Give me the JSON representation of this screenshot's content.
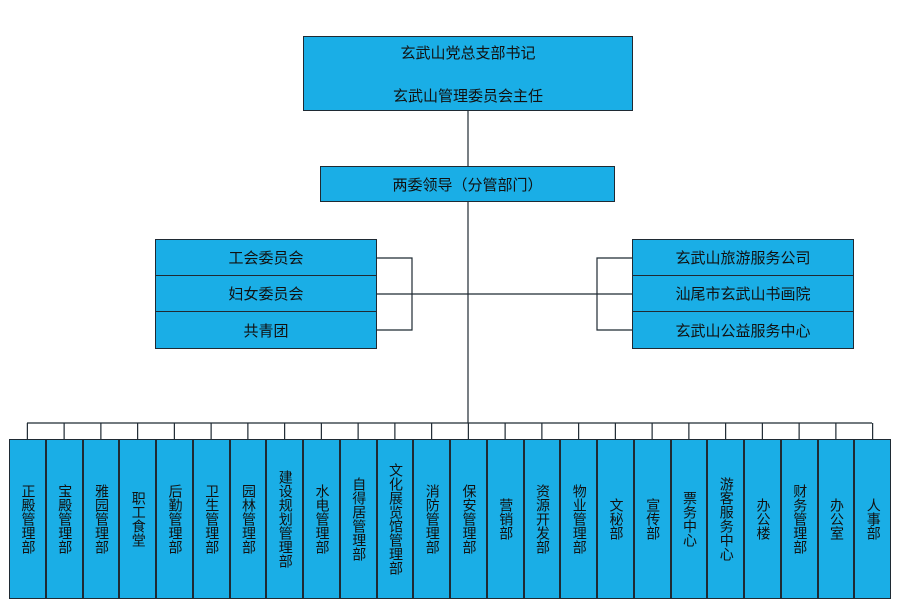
{
  "top": {
    "line1": "玄武山党总支部书记",
    "line2": "玄武山管理委员会主任"
  },
  "leader": {
    "label": "两委领导（分管部门）"
  },
  "left_group": [
    "工会委员会",
    "妇女委员会",
    "共青团"
  ],
  "right_group": [
    "玄武山旅游服务公司",
    "汕尾市玄武山书画院",
    "玄武山公益服务中心"
  ],
  "departments": [
    "正殿管理部",
    "宝殿管理部",
    "雅园管理部",
    "职工食堂",
    "后勤管理部",
    "卫生管理部",
    "园林管理部",
    "建设规划管理部",
    "水电管理部",
    "自得居管理部",
    "文化展览馆管理部",
    "消防管理部",
    "保安管理部",
    "营销部",
    "资源开发部",
    "物业管理部",
    "文秘部",
    "宣传部",
    "票务中心",
    "游客服务中心",
    "办公楼",
    "财务管理部",
    "办公室",
    "人事部"
  ],
  "colors": {
    "box_fill": "#1aaee6",
    "line": "#1f2a33"
  }
}
